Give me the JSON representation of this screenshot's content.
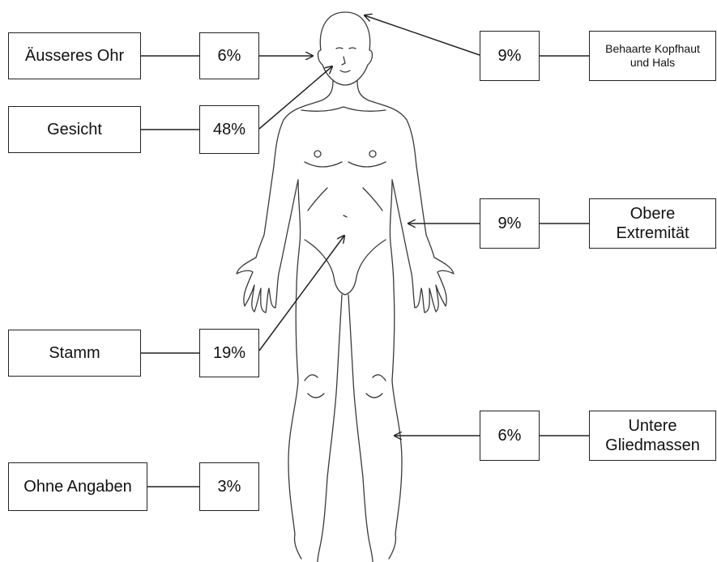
{
  "regions": [
    {
      "id": "ear",
      "label": "Äusseres Ohr",
      "percent": "6%"
    },
    {
      "id": "face",
      "label": "Gesicht",
      "percent": "48%"
    },
    {
      "id": "trunk",
      "label": "Stamm",
      "percent": "19%"
    },
    {
      "id": "unspecified",
      "label": "Ohne Angaben",
      "percent": "3%"
    },
    {
      "id": "scalp",
      "label": "Behaarte Kopfhaut\nund Hals",
      "percent": "9%"
    },
    {
      "id": "upper",
      "label": "Obere\nExtremität",
      "percent": "9%"
    },
    {
      "id": "lower",
      "label": "Untere\nGliedmassen",
      "percent": "6%"
    }
  ]
}
